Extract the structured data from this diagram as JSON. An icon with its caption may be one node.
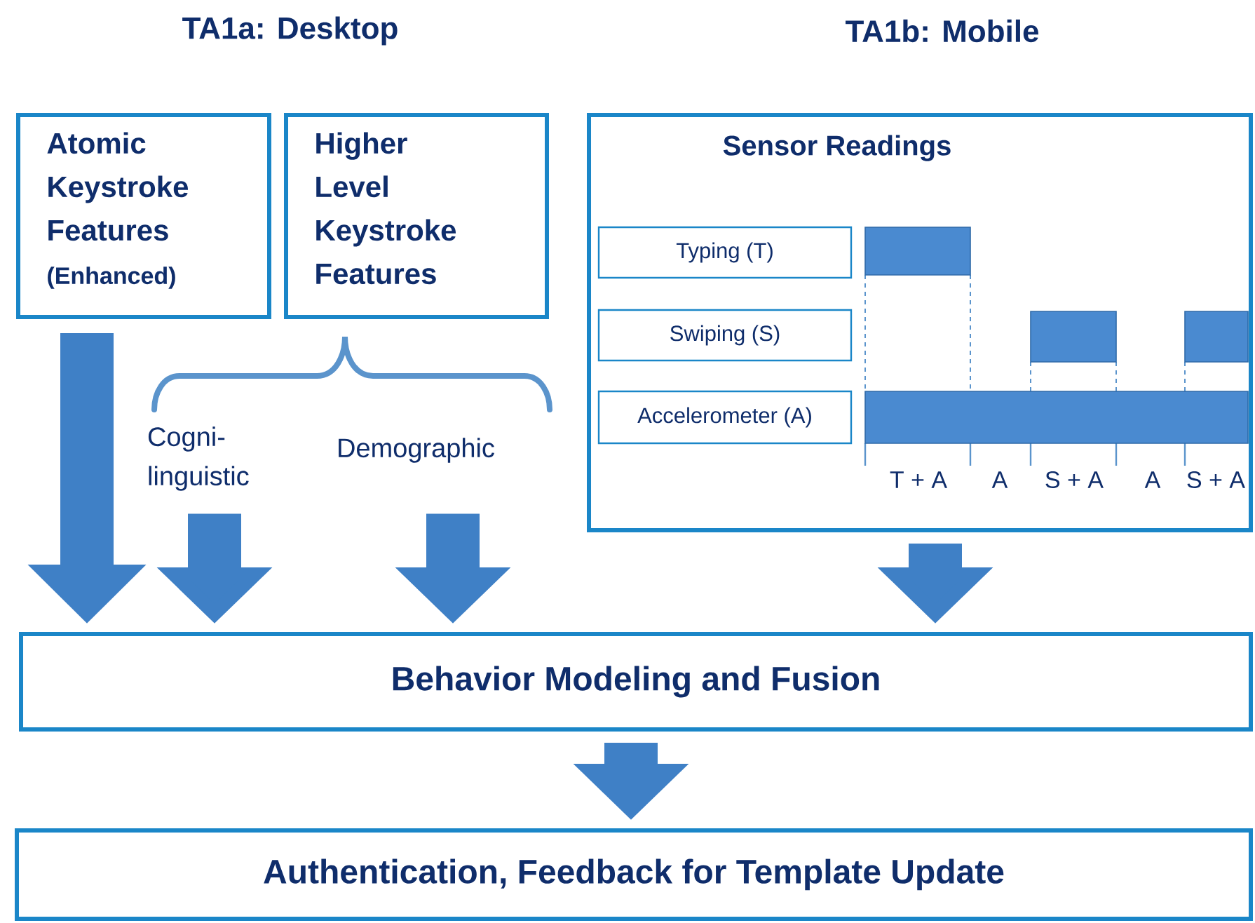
{
  "diagram": {
    "nodes": [
      {
        "text": [
          "Atomic Keystroke Features",
          "(Enhanced)"
        ]
      },
      {
        "text": [
          "Higher Level Keystroke Features"
        ]
      },
      {
        "text": [
          "Sensor Readings"
        ]
      },
      {
        "text": [
          "Typing (T)"
        ],
        "in": 2
      },
      {
        "text": [
          "Swiping (S)"
        ],
        "in": 2
      },
      {
        "text": [
          "Accelerometer (A)"
        ],
        "in": 2
      },
      {
        "text": [
          "Cogni-linguistic"
        ]
      },
      {
        "text": [
          "Demographic"
        ]
      },
      {
        "text": [
          "Behavior Modeling and Fusion"
        ]
      },
      {
        "text": [
          "Authentication, Feedback for Template Update"
        ]
      }
    ],
    "edges": [
      {
        "from": 0,
        "to": 8,
        "arrow": "to"
      },
      {
        "from": 6,
        "to": 8,
        "arrow": "to"
      },
      {
        "from": 7,
        "to": 8,
        "arrow": "to"
      },
      {
        "from": 2,
        "to": 8,
        "arrow": "to"
      },
      {
        "from": 8,
        "to": 9,
        "arrow": "to"
      }
    ],
    "labels": [
      "TA1a: Desktop",
      "TA1b: Mobile",
      "T + A",
      "A",
      "S + A",
      "A",
      "S + A"
    ]
  }
}
